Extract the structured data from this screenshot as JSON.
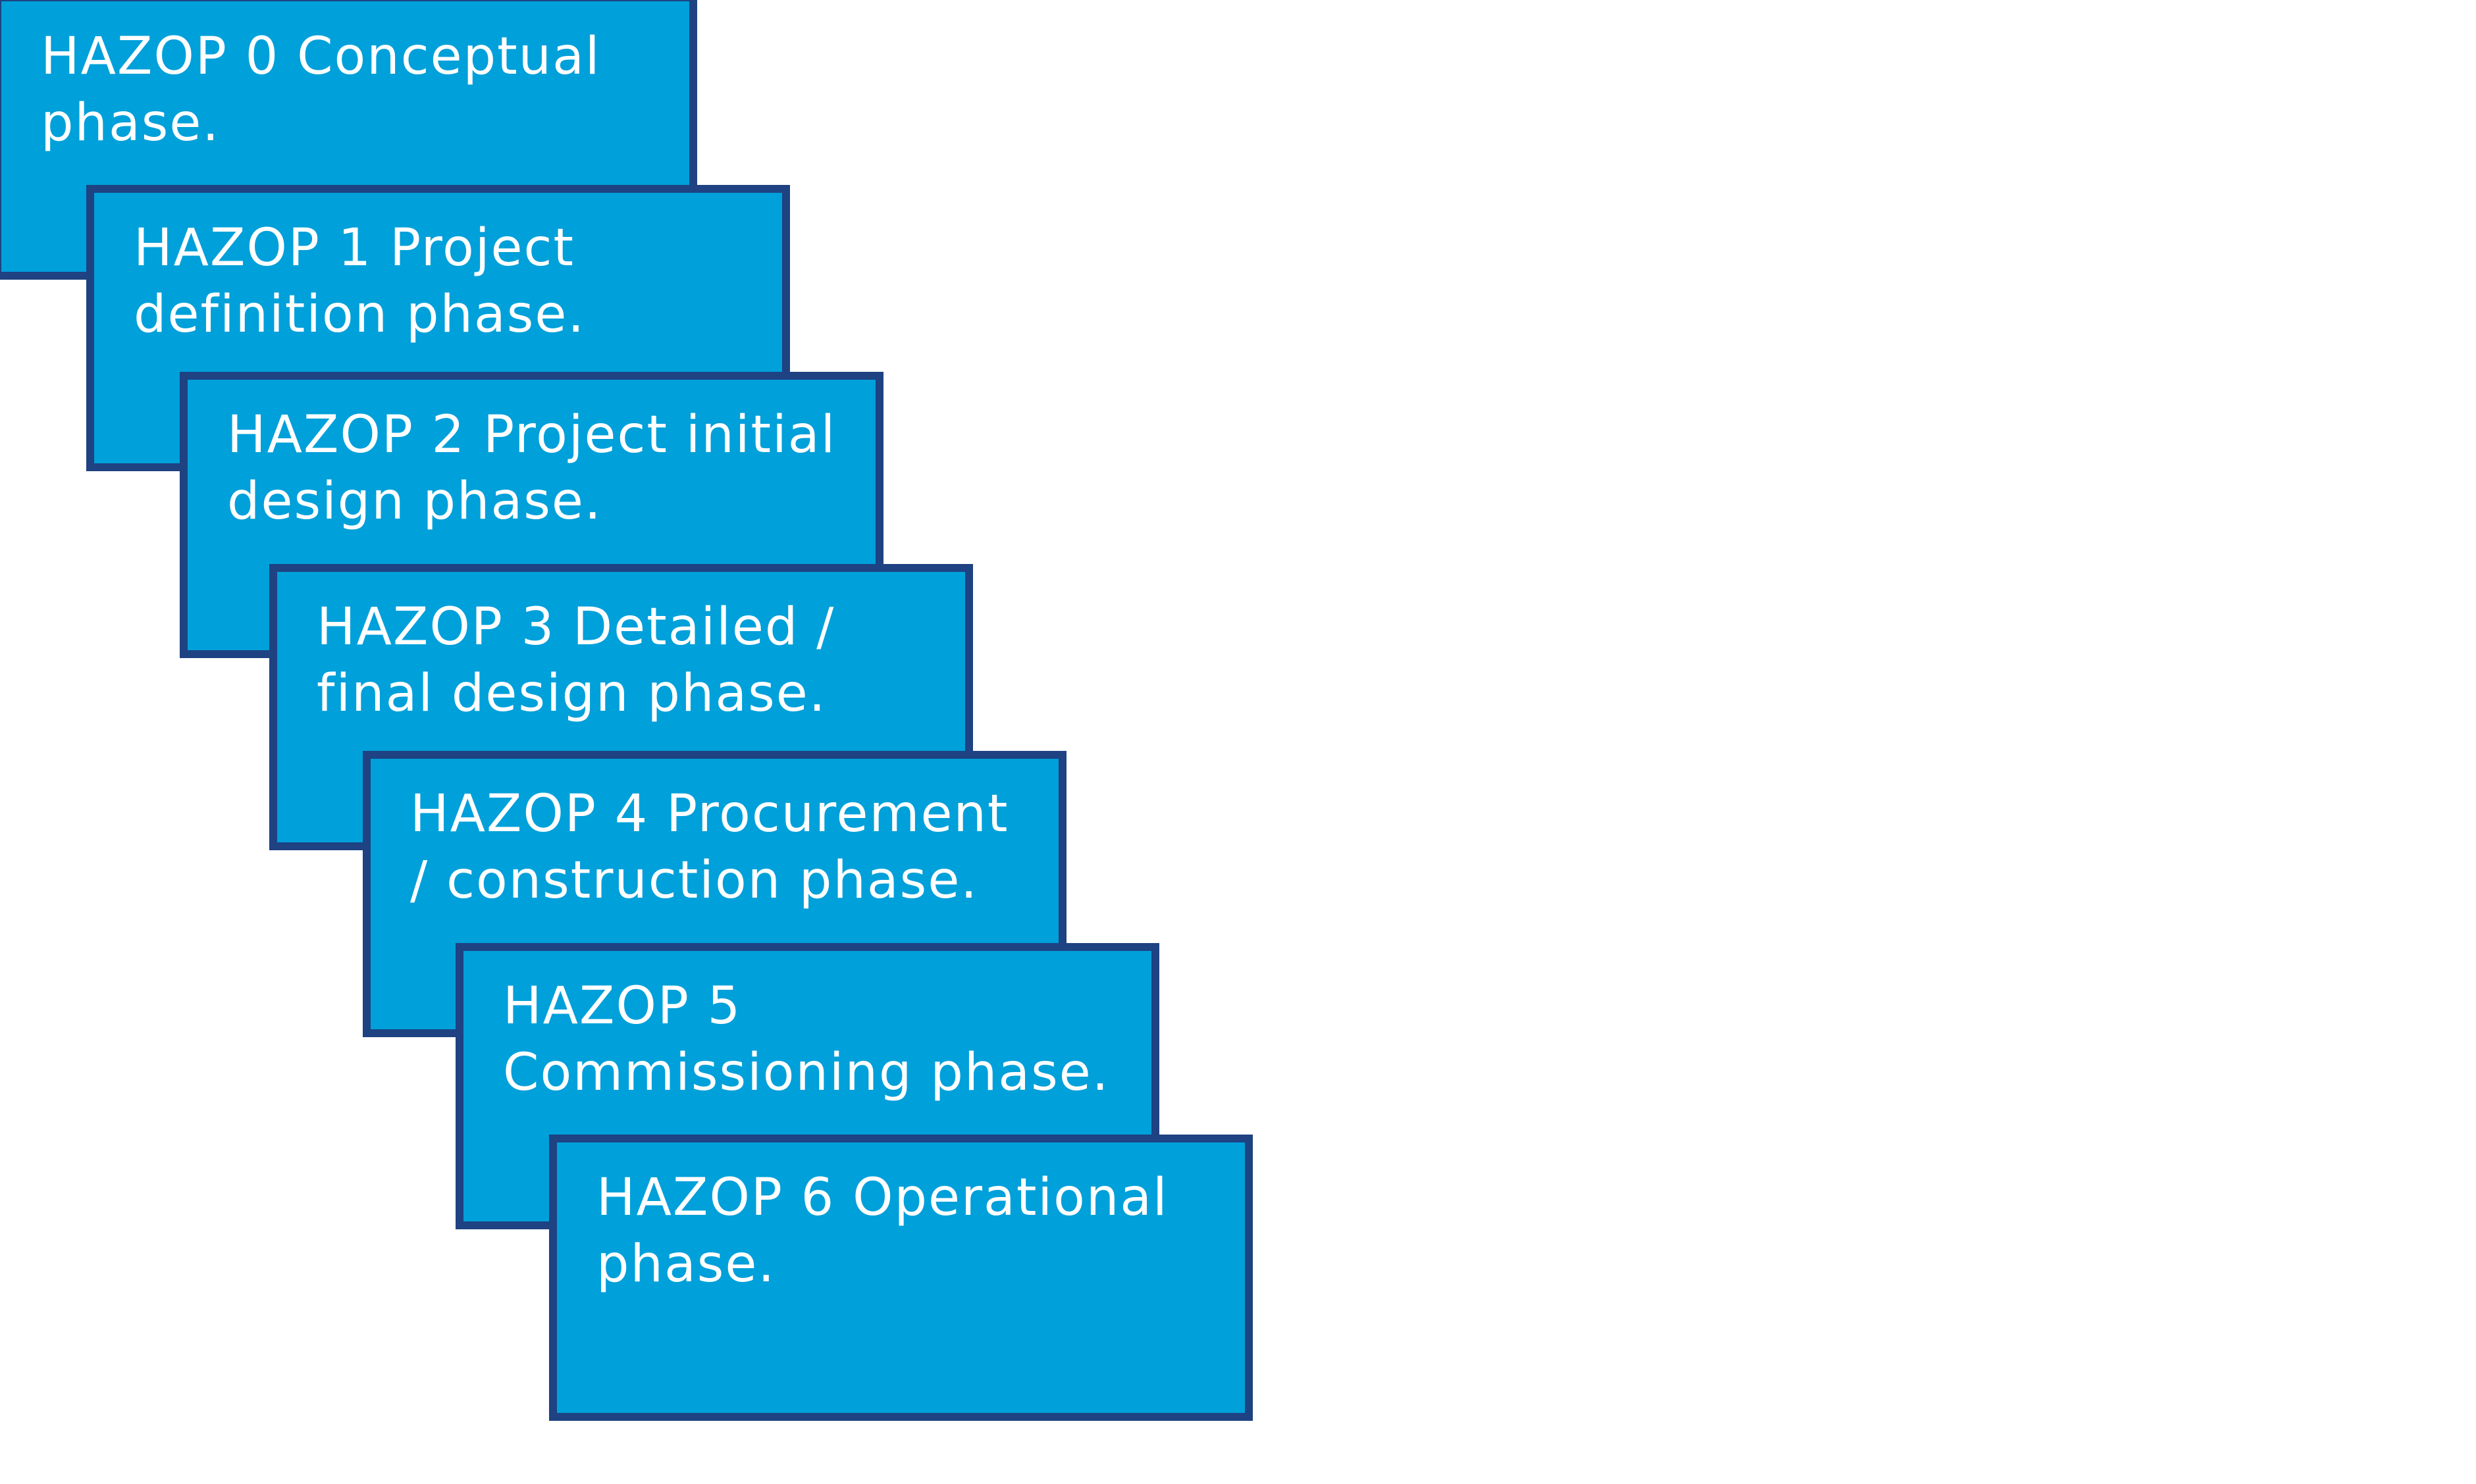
{
  "diagram": {
    "colors": {
      "box_fill": "#00a0da",
      "box_border": "#1e4282",
      "text": "#ffffff",
      "background": "#ffffff"
    },
    "phases": [
      {
        "line1": "HAZOP 0 Conceptual",
        "line2": "phase."
      },
      {
        "line1": "HAZOP 1 Project",
        "line2": "definition phase."
      },
      {
        "line1": "HAZOP 2 Project initial",
        "line2": "design phase."
      },
      {
        "line1": "HAZOP 3 Detailed /",
        "line2": "final design phase."
      },
      {
        "line1": "HAZOP 4 Procurement",
        "line2": "/ construction phase."
      },
      {
        "line1": "HAZOP 5",
        "line2": "Commissioning phase."
      },
      {
        "line1": "HAZOP 6 Operational",
        "line2": "phase."
      }
    ]
  }
}
